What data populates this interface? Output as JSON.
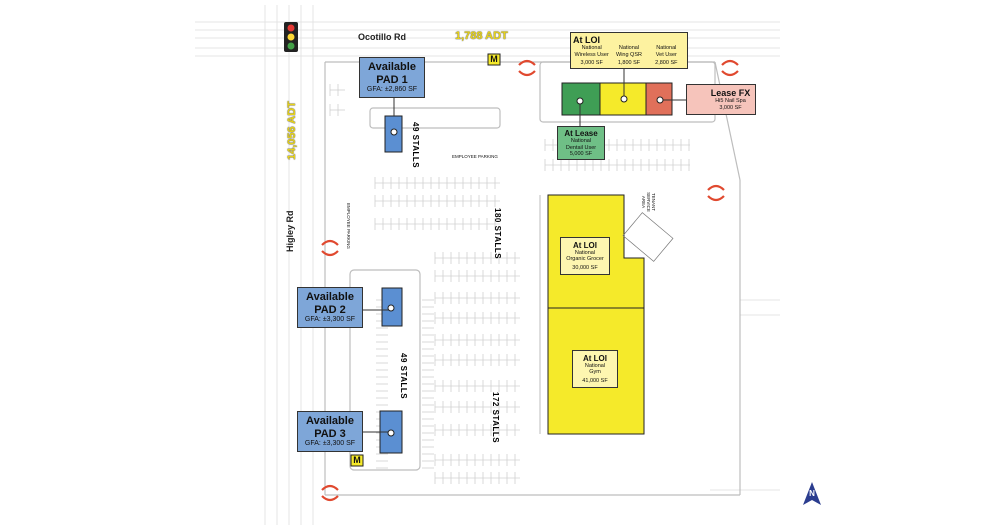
{
  "roads": {
    "north": {
      "name": "Ocotillo Rd",
      "adt": "1,788 ADT"
    },
    "west": {
      "name": "Higley Rd",
      "adt": "14,056 ADT"
    }
  },
  "pads": [
    {
      "status": "Available",
      "name": "PAD 1",
      "gfa": "GFA: ±2,860 SF"
    },
    {
      "status": "Available",
      "name": "PAD 2",
      "gfa": "GFA: ±3,300 SF"
    },
    {
      "status": "Available",
      "name": "PAD 3",
      "gfa": "GFA: ±3,300 SF"
    }
  ],
  "tenants": {
    "shops_loi": {
      "status": "At LOI",
      "units": [
        {
          "line1": "National",
          "line2": "Wireless User",
          "sf": "3,000 SF"
        },
        {
          "line1": "National",
          "line2": "Wing QSR",
          "sf": "1,800 SF"
        },
        {
          "line1": "National",
          "line2": "Vet User",
          "sf": "2,800 SF"
        }
      ]
    },
    "lease_fx": {
      "status": "Lease FX",
      "name": "Hi5 Nail Spa",
      "sf": "3,000 SF"
    },
    "at_lease": {
      "status": "At Lease",
      "line1": "National",
      "line2": "Dentail User",
      "sf": "5,000 SF"
    },
    "grocer": {
      "status": "At LOI",
      "line1": "National",
      "line2": "Organic Grocer",
      "sf": "30,000 SF"
    },
    "gym": {
      "status": "At LOI",
      "line1": "National",
      "line2": "Gym",
      "sf": "41,000 SF"
    }
  },
  "stalls": {
    "a": "49 STALLS",
    "b": "180 STALLS",
    "c": "49 STALLS",
    "d": "172 STALLS"
  },
  "small_labels": {
    "employee_parking_top": "EMPLOYEE PARKING",
    "employee_parking_left": "EMPLOYEE PARKING",
    "tenant_service": "TENANT SERVICE AREA",
    "monument": "M",
    "north": "N"
  },
  "colors": {
    "pad": "#7ea6d8",
    "loi_yellow": "#f5ea2a",
    "lease_green": "#3f9e55",
    "fx_red": "#e0705a",
    "access_arrow": "#e0492f"
  }
}
